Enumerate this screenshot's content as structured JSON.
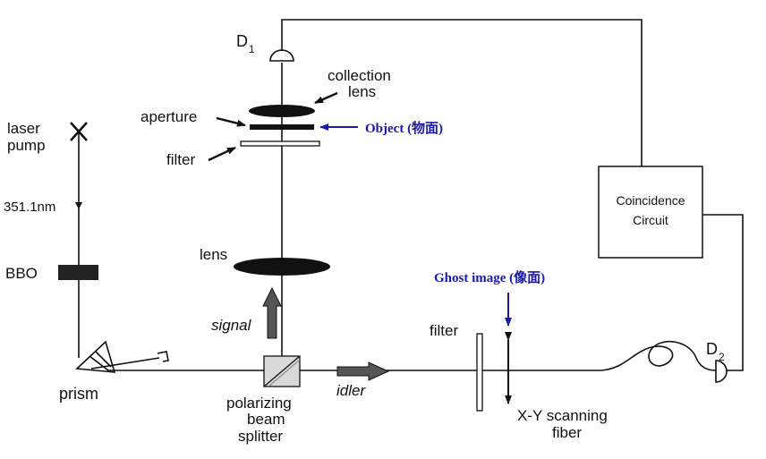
{
  "labels": {
    "d1_main": "D",
    "d1_sub": "1",
    "d2_main": "D",
    "d2_sub": "2",
    "collection_lens_1": "collection",
    "collection_lens_2": "lens",
    "aperture": "aperture",
    "filter_top": "filter",
    "object": "Object (物面)",
    "laser_pump_1": "laser",
    "laser_pump_2": "pump",
    "wavelength": "351.1nm",
    "bbo": "BBO",
    "lens": "lens",
    "signal": "signal",
    "prism": "prism",
    "pbs_1": "polarizing",
    "pbs_2": "beam",
    "pbs_3": "splitter",
    "idler": "idler",
    "filter_bottom": "filter",
    "ghost_image": "Ghost image (像面)",
    "xy_scanning": "X-Y scanning",
    "fiber": "fiber",
    "coincidence_1": "Coincidence",
    "coincidence_2": "Circuit"
  },
  "colors": {
    "ink": "#111111",
    "annotation": "#1a1aa8"
  }
}
